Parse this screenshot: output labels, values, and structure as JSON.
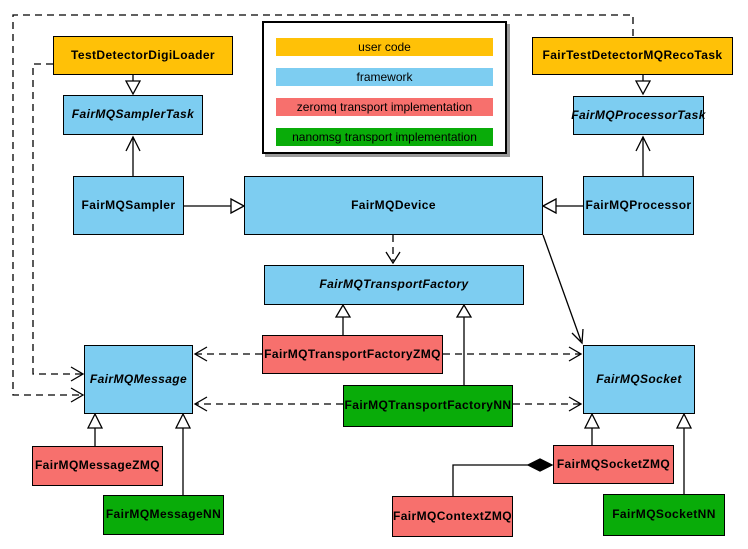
{
  "colors": {
    "user_code": "#FFC107",
    "framework": "#7DCDF1",
    "zeromq": "#F7706D",
    "nanomsg": "#09AC09",
    "border": "#000000",
    "edge": "#000000",
    "background": "#FFFFFF"
  },
  "legend": {
    "items": [
      {
        "label": "user code",
        "category": "user_code"
      },
      {
        "label": "framework",
        "category": "framework"
      },
      {
        "label": "zeromq transport implementation",
        "category": "zeromq"
      },
      {
        "label": "nanomsg transport implementation",
        "category": "nanomsg"
      }
    ]
  },
  "nodes": {
    "tddl": {
      "label": "TestDetectorDigiLoader",
      "category": "user_code",
      "abstract": false
    },
    "ftdmrt": {
      "label": "FairTestDetectorMQRecoTask",
      "category": "user_code",
      "abstract": false
    },
    "samplertask": {
      "label": "FairMQSamplerTask",
      "category": "framework",
      "abstract": true
    },
    "processortask": {
      "label": "FairMQProcessorTask",
      "category": "framework",
      "abstract": true
    },
    "sampler": {
      "label": "FairMQSampler",
      "category": "framework",
      "abstract": false
    },
    "device": {
      "label": "FairMQDevice",
      "category": "framework",
      "abstract": false
    },
    "processor": {
      "label": "FairMQProcessor",
      "category": "framework",
      "abstract": false
    },
    "transportfactory": {
      "label": "FairMQTransportFactory",
      "category": "framework",
      "abstract": true
    },
    "tfzmq": {
      "label": "FairMQTransportFactoryZMQ",
      "category": "zeromq",
      "abstract": false
    },
    "tfnn": {
      "label": "FairMQTransportFactoryNN",
      "category": "nanomsg",
      "abstract": false
    },
    "message": {
      "label": "FairMQMessage",
      "category": "framework",
      "abstract": true
    },
    "socket": {
      "label": "FairMQSocket",
      "category": "framework",
      "abstract": true
    },
    "messagezmq": {
      "label": "FairMQMessageZMQ",
      "category": "zeromq",
      "abstract": false
    },
    "messagenn": {
      "label": "FairMQMessageNN",
      "category": "nanomsg",
      "abstract": false
    },
    "socketzmq": {
      "label": "FairMQSocketZMQ",
      "category": "zeromq",
      "abstract": false
    },
    "socketnn": {
      "label": "FairMQSocketNN",
      "category": "nanomsg",
      "abstract": false
    },
    "contextzmq": {
      "label": "FairMQContextZMQ",
      "category": "zeromq",
      "abstract": false
    }
  },
  "relationships": [
    {
      "child": "TestDetectorDigiLoader",
      "parent": "FairMQSamplerTask",
      "type": "generalization",
      "line": "solid"
    },
    {
      "child": "FairTestDetectorMQRecoTask",
      "parent": "FairMQProcessorTask",
      "type": "generalization",
      "line": "solid"
    },
    {
      "child": "FairMQSampler",
      "parent": "FairMQDevice",
      "type": "generalization",
      "line": "solid"
    },
    {
      "child": "FairMQProcessor",
      "parent": "FairMQDevice",
      "type": "generalization",
      "line": "solid"
    },
    {
      "child": "FairMQTransportFactoryZMQ",
      "parent": "FairMQTransportFactory",
      "type": "generalization",
      "line": "solid"
    },
    {
      "child": "FairMQTransportFactoryNN",
      "parent": "FairMQTransportFactory",
      "type": "generalization",
      "line": "solid"
    },
    {
      "child": "FairMQMessageZMQ",
      "parent": "FairMQMessage",
      "type": "generalization",
      "line": "solid"
    },
    {
      "child": "FairMQMessageNN",
      "parent": "FairMQMessage",
      "type": "generalization",
      "line": "solid"
    },
    {
      "child": "FairMQSocketZMQ",
      "parent": "FairMQSocket",
      "type": "generalization",
      "line": "solid"
    },
    {
      "child": "FairMQSocketNN",
      "parent": "FairMQSocket",
      "type": "generalization",
      "line": "solid"
    },
    {
      "from": "FairMQSampler",
      "to": "FairMQSamplerTask",
      "type": "association",
      "line": "solid"
    },
    {
      "from": "FairMQProcessor",
      "to": "FairMQProcessorTask",
      "type": "association",
      "line": "solid"
    },
    {
      "from": "FairMQDevice",
      "to": "FairMQSocket",
      "type": "association",
      "line": "solid"
    },
    {
      "from": "FairMQDevice",
      "to": "FairMQTransportFactory",
      "type": "dependency",
      "line": "dashed"
    },
    {
      "from": "TestDetectorDigiLoader",
      "to": "FairMQMessage",
      "type": "dependency",
      "line": "dashed"
    },
    {
      "from": "FairTestDetectorMQRecoTask",
      "to": "FairMQMessage",
      "type": "dependency",
      "line": "dashed"
    },
    {
      "from": "FairMQTransportFactoryZMQ",
      "to": "FairMQMessage",
      "type": "dependency",
      "line": "dashed"
    },
    {
      "from": "FairMQTransportFactoryZMQ",
      "to": "FairMQSocket",
      "type": "dependency",
      "line": "dashed"
    },
    {
      "from": "FairMQTransportFactoryNN",
      "to": "FairMQMessage",
      "type": "dependency",
      "line": "dashed"
    },
    {
      "from": "FairMQTransportFactoryNN",
      "to": "FairMQSocket",
      "type": "dependency",
      "line": "dashed"
    },
    {
      "whole": "FairMQSocketZMQ",
      "part": "FairMQContextZMQ",
      "type": "composition",
      "line": "solid"
    }
  ]
}
